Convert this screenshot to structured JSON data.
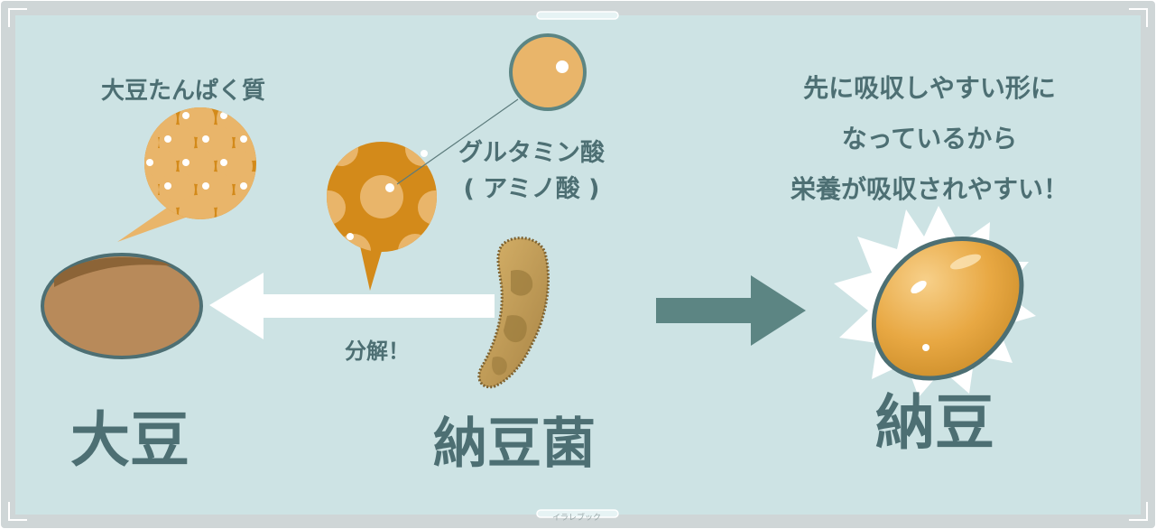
{
  "labels": {
    "soy_protein": "大豆たんぱく質",
    "glutamic_acid": "グルタミン酸",
    "amino_acid": "( アミノ酸 )",
    "decompose": "分解！",
    "absorb_line1": "先に吸収しやすい形に",
    "absorb_line2": "なっているから",
    "absorb_line3": "栄養が吸収されやすい！",
    "soybean": "大豆",
    "natto_bacteria": "納豆菌",
    "natto": "納豆",
    "credit": "イラレブック"
  },
  "colors": {
    "background": "#cde3e4",
    "frame": "#cfd6d7",
    "text": "#4d6f73",
    "arrow_dark": "#5c8583",
    "arrow_light": "#ffffff",
    "amino_ball": "#e9b56a",
    "protein_dark": "#d38a1a",
    "soybean": "#b88a5a",
    "natto": "#e8a843"
  },
  "icons": [
    "soybean-icon",
    "natto-bacteria-icon",
    "natto-bean-icon",
    "amino-acid-ball-icon",
    "protein-bubble-icon"
  ]
}
